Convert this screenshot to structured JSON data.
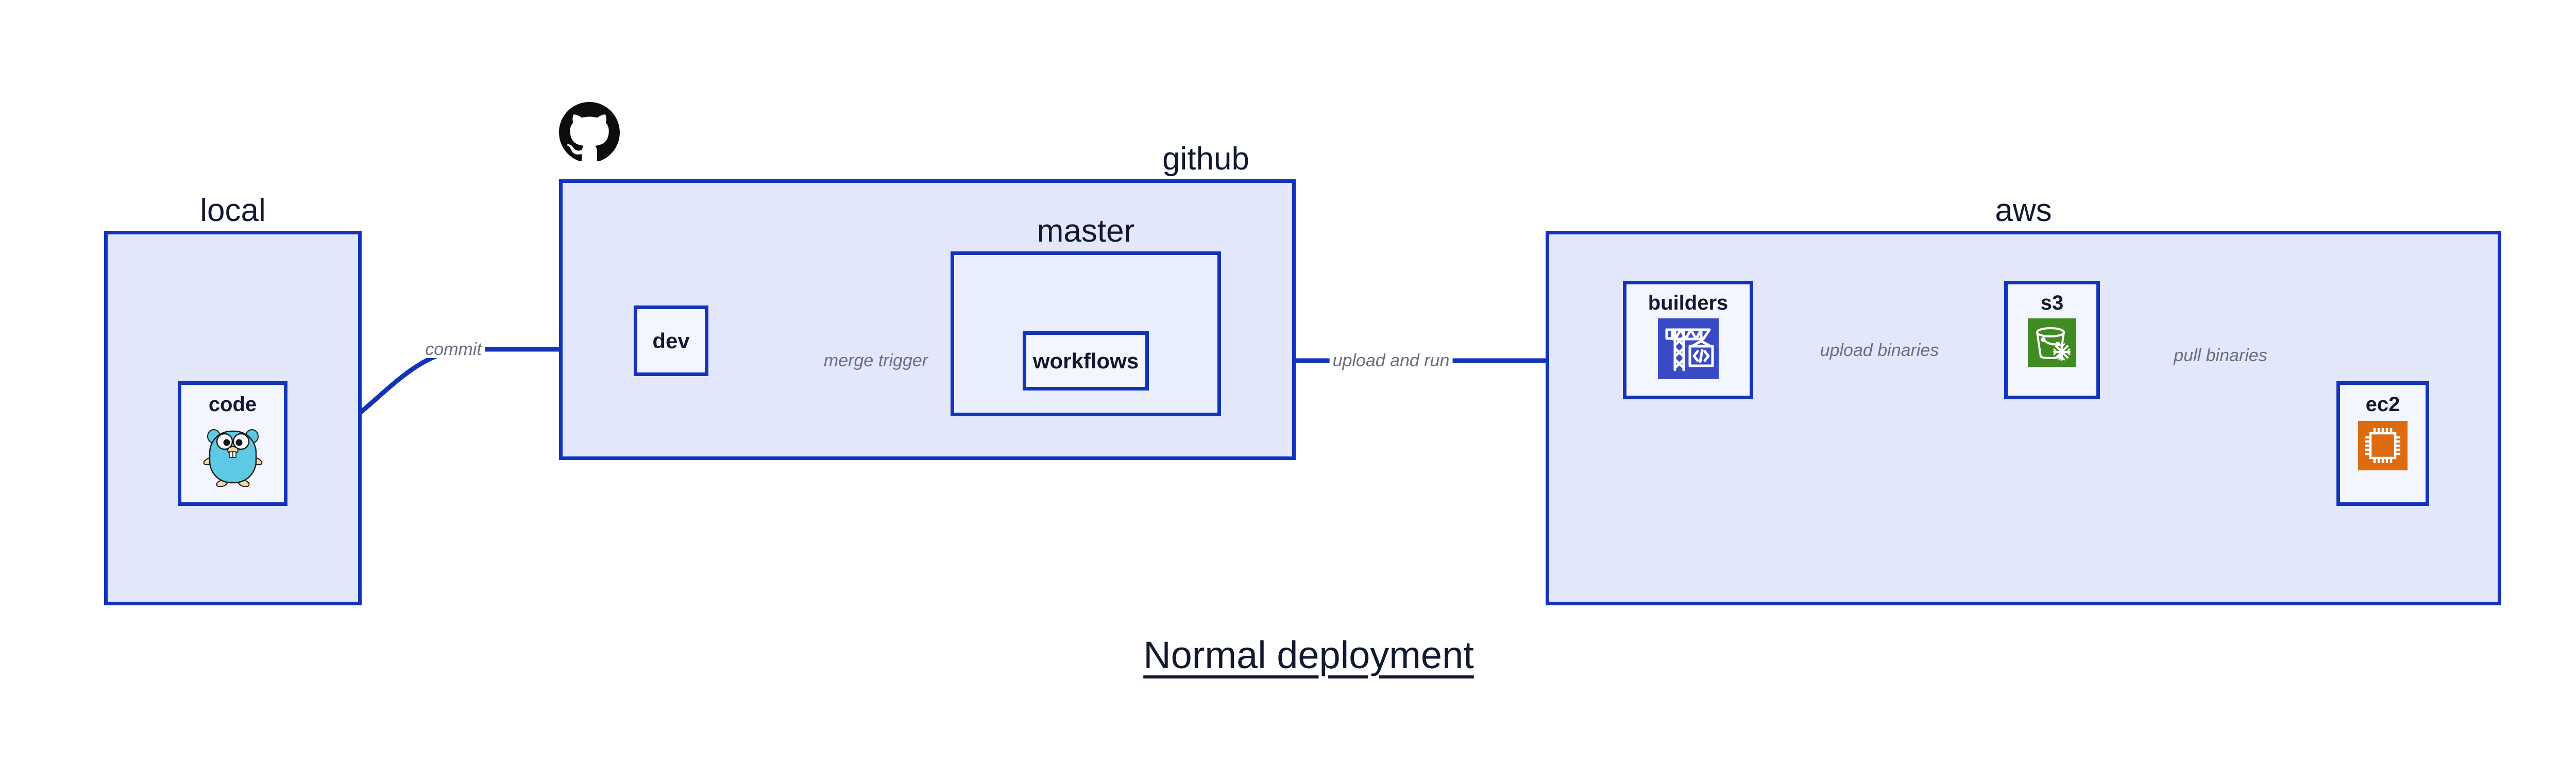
{
  "title": "Normal deployment",
  "colors": {
    "group_fill": "#e2e7fb",
    "subgroup_fill": "#e9eefc",
    "node_fill": "#f3f6fe",
    "border": "#1233ba",
    "edge": "#1233ba",
    "edge_label": "#6b6f7d",
    "text": "#11182f",
    "builders_icon_bg": "#3a4bc8",
    "s3_icon_bg": "#3f8c23",
    "ec2_icon_bg": "#dd6b10",
    "gopher_body": "#5dc9e2",
    "github_logo": "#0d0d0d"
  },
  "groups": [
    {
      "id": "local",
      "label": "local",
      "label_align": "center"
    },
    {
      "id": "github",
      "label": "github",
      "label_align": "right"
    },
    {
      "id": "aws",
      "label": "aws",
      "label_align": "center"
    }
  ],
  "subgroups": [
    {
      "id": "master",
      "label": "master",
      "parent": "github"
    }
  ],
  "nodes": [
    {
      "id": "code",
      "label": "code",
      "icon": "go-gopher-icon",
      "parent": "local"
    },
    {
      "id": "dev",
      "label": "dev",
      "icon": null,
      "parent": "github"
    },
    {
      "id": "workflows",
      "label": "workflows",
      "icon": null,
      "parent": "master"
    },
    {
      "id": "builders",
      "label": "builders",
      "icon": "crane-code-icon",
      "parent": "aws"
    },
    {
      "id": "s3",
      "label": "s3",
      "icon": "s3-bucket-icon",
      "parent": "aws"
    },
    {
      "id": "ec2",
      "label": "ec2",
      "icon": "cpu-chip-icon",
      "parent": "aws"
    }
  ],
  "edges": [
    {
      "id": "commit",
      "label": "commit",
      "from": "code",
      "to": "dev"
    },
    {
      "id": "merge-trigger",
      "label": "merge trigger",
      "from": "dev",
      "to": "workflows"
    },
    {
      "id": "upload-and-run",
      "label": "upload and run",
      "from": "workflows",
      "to": "builders"
    },
    {
      "id": "upload-binaries",
      "label": "upload binaries",
      "from": "builders",
      "to": "s3"
    },
    {
      "id": "pull-binaries",
      "label": "pull binaries",
      "from": "s3",
      "to": "ec2"
    }
  ],
  "logos": [
    {
      "id": "github-logo",
      "name": "github-octocat-logo"
    }
  ]
}
